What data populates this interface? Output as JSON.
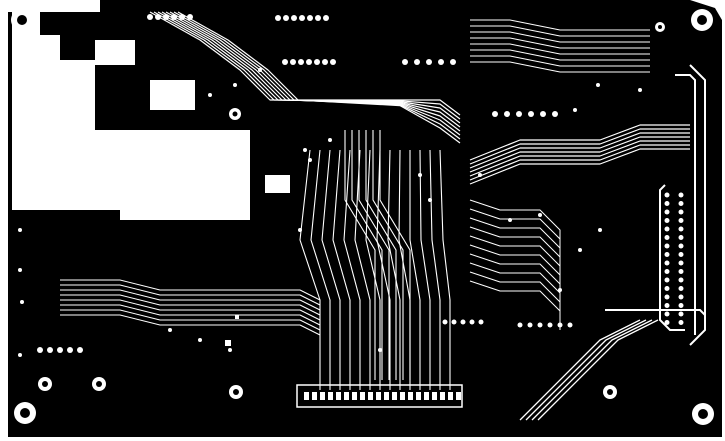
{
  "image": {
    "kind": "pcb-copper-layer-artwork",
    "colors": {
      "copper": "#000000",
      "substrate": "#ffffff"
    }
  },
  "features": {
    "mounting_holes": 4,
    "connector_pin_row_bottom": 20,
    "connector_pin_row_right_vertical": 16
  }
}
